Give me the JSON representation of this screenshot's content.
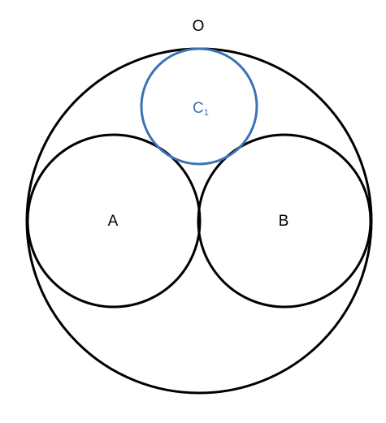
{
  "labels": {
    "outer": "O",
    "left": "A",
    "right": "B",
    "small_base": "C",
    "small_subscript": "1"
  },
  "colors": {
    "stroke": "#000000",
    "accent": "#3a72b4",
    "text": "#000000"
  }
}
